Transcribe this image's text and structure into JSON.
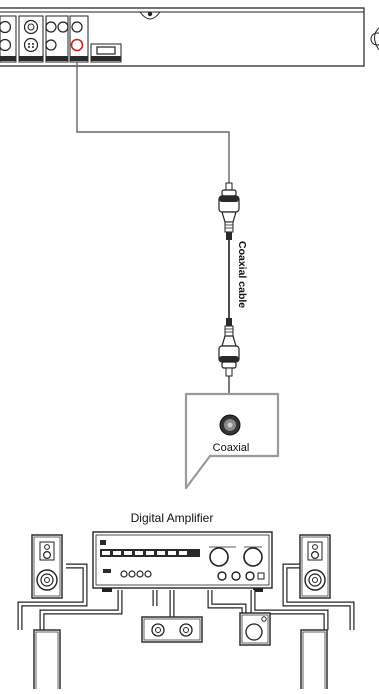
{
  "diagram": {
    "cable_label": "Coaxial cable",
    "callout_label": "Coaxial",
    "device_label": "Digital Amplifier"
  },
  "colors": {
    "line": "#222222",
    "cable": "#666666",
    "jack_red": "#cc2222",
    "panel_dark": "#2a2a2a"
  }
}
